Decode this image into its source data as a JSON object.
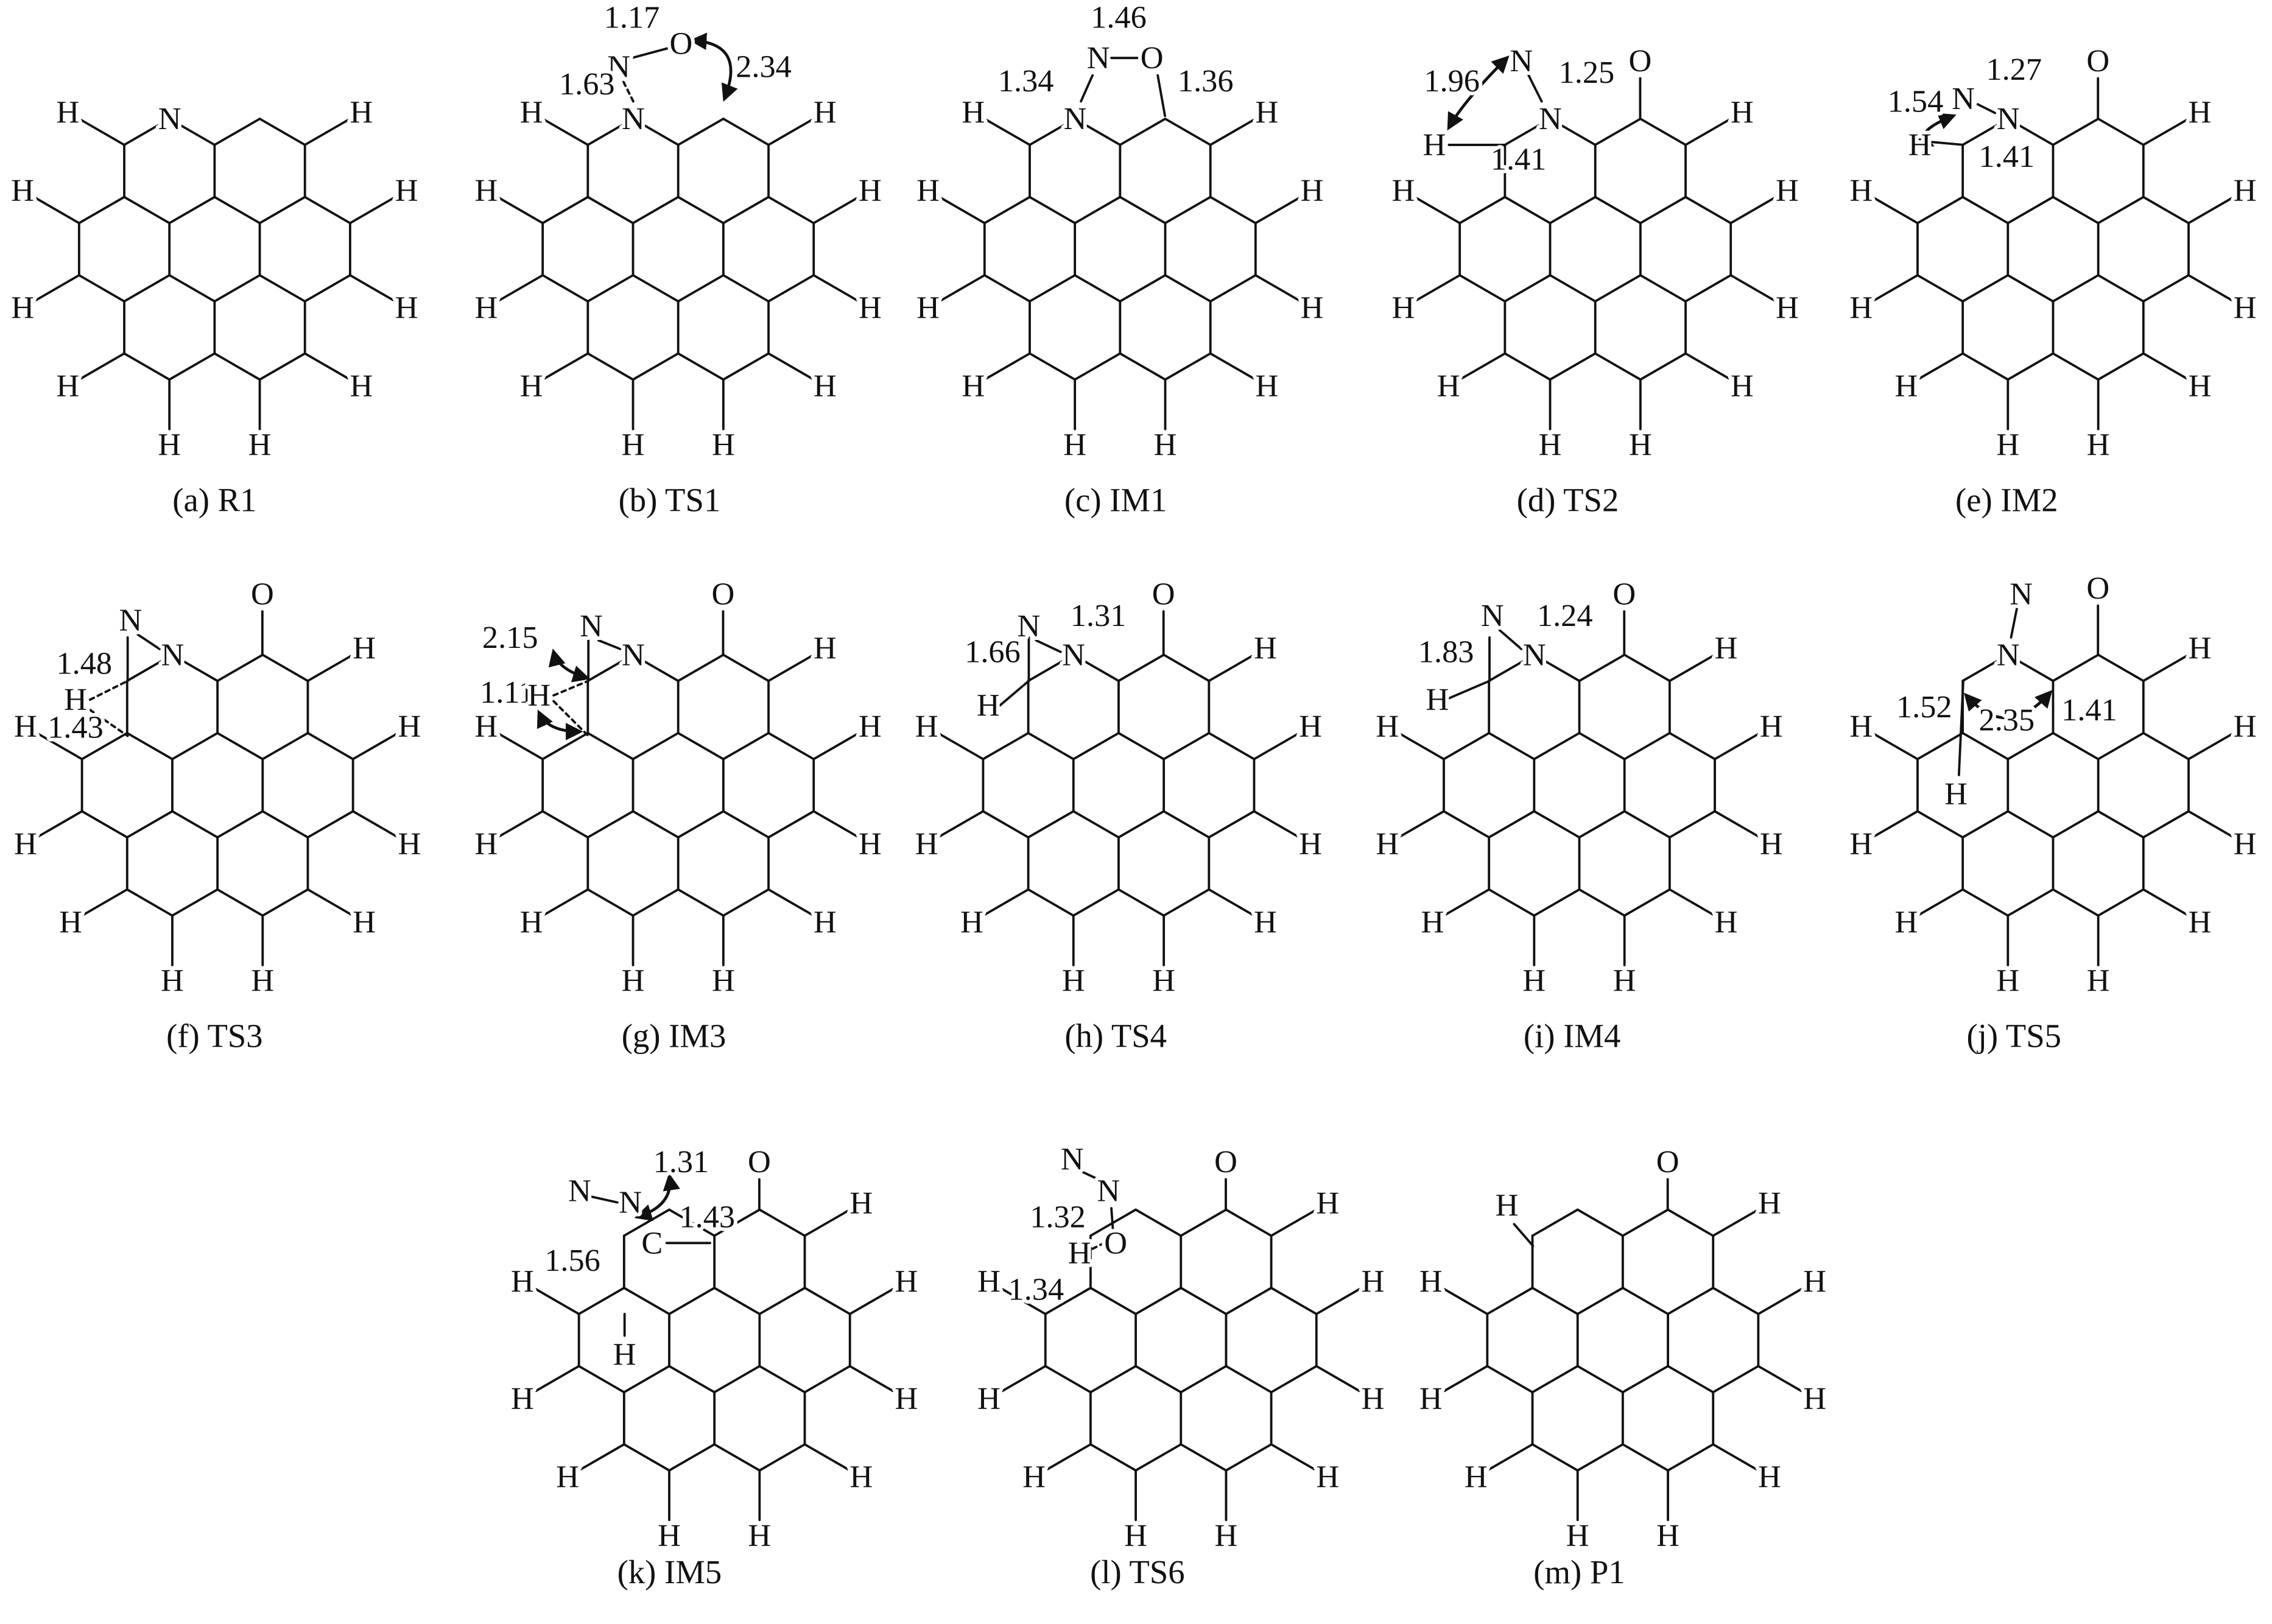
{
  "figure": {
    "panels": [
      {
        "id": "a",
        "caption": "(a) R1",
        "labels": [
          "N"
        ]
      },
      {
        "id": "b",
        "caption": "(b) TS1",
        "labels": [
          "N",
          "N",
          "O",
          "1.17",
          "1.63",
          "2.34"
        ]
      },
      {
        "id": "c",
        "caption": "(c) IM1",
        "labels": [
          "N",
          "N",
          "O",
          "1.46",
          "1.34",
          "1.36"
        ]
      },
      {
        "id": "d",
        "caption": "(d) TS2",
        "labels": [
          "N",
          "N",
          "O",
          "H",
          "1.25",
          "1.96",
          "1.41"
        ]
      },
      {
        "id": "e",
        "caption": "(e) IM2",
        "labels": [
          "N",
          "N",
          "O",
          "H",
          "1.27",
          "1.54",
          "1.41"
        ]
      },
      {
        "id": "f",
        "caption": "(f) TS3",
        "labels": [
          "N",
          "N",
          "O",
          "H",
          "1.48",
          "1.43"
        ]
      },
      {
        "id": "g",
        "caption": "(g) IM3",
        "labels": [
          "N",
          "N",
          "O",
          "2.15",
          "1.11",
          "H"
        ]
      },
      {
        "id": "h",
        "caption": "(h) TS4",
        "labels": [
          "N",
          "N",
          "O",
          "H",
          "1.31",
          "1.66"
        ]
      },
      {
        "id": "i",
        "caption": "(i) IM4",
        "labels": [
          "N",
          "N",
          "O",
          "H",
          "1.24",
          "1.83"
        ]
      },
      {
        "id": "j",
        "caption": "(j) TS5",
        "labels": [
          "N",
          "N",
          "O",
          "H",
          "1.52",
          "2.35",
          "1.41"
        ]
      },
      {
        "id": "k",
        "caption": "(k) IM5",
        "labels": [
          "N",
          "N",
          "C",
          "O",
          "H",
          "1.31",
          "1.43",
          "1.56"
        ]
      },
      {
        "id": "l",
        "caption": "(l) TS6",
        "labels": [
          "N",
          "N",
          "O",
          "H",
          "O",
          "1.32",
          "1.34"
        ]
      },
      {
        "id": "m",
        "caption": "(m) P1",
        "labels": [
          "H",
          "O"
        ]
      }
    ],
    "hydrogen_symbol": "H",
    "line_color": "#111111"
  }
}
